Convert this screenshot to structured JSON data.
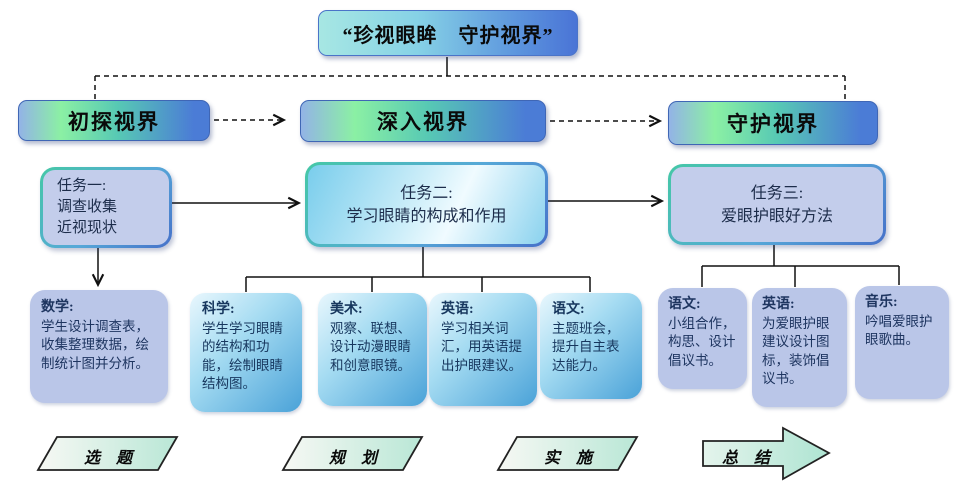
{
  "title": {
    "text": "“珍视眼眸　守护视界”"
  },
  "phases": [
    {
      "label": "初探视界"
    },
    {
      "label": "深入视界"
    },
    {
      "label": "守护视界"
    }
  ],
  "tasks": [
    {
      "heading": "任务一:",
      "body": "调查收集\n近视现状"
    },
    {
      "heading": "任务二:",
      "body": "学习眼睛的构成和作用"
    },
    {
      "heading": "任务三:",
      "body": "爱眼护眼好方法"
    }
  ],
  "task1_subjects": [
    {
      "label": "数学:",
      "body": "学生设计调查表，收集整理数据，绘制统计图并分析。"
    }
  ],
  "task2_subjects": [
    {
      "label": "科学:",
      "body": "学生学习眼睛的结构和功能，绘制眼睛结构图。"
    },
    {
      "label": "美术:",
      "body": "观察、联想、设计动漫眼睛和创意眼镜。"
    },
    {
      "label": "英语:",
      "body": "学习相关词汇，用英语提出护眼建议。"
    },
    {
      "label": "语文:",
      "body": "主题班会，提升自主表达能力。"
    }
  ],
  "task3_subjects": [
    {
      "label": "语文:",
      "body": "小组合作，构思、设计倡议书。"
    },
    {
      "label": "英语:",
      "body": "为爱眼护眼建议设计图标，装饰倡议书。"
    },
    {
      "label": "音乐:",
      "body": "吟唱爱眼护眼歌曲。"
    }
  ],
  "stages": [
    {
      "label": "选　题"
    },
    {
      "label": "规　划"
    },
    {
      "label": "实　施"
    },
    {
      "label": "总　结"
    }
  ],
  "colors": {
    "phase_green": "#8bf0a4",
    "phase_blue": "#4b7cd6",
    "title_cyan": "#a7e7e3",
    "lavender_fill": "#bac6e8",
    "blue_fill": "#4aa2d8",
    "border_teal": "#45c8a6",
    "mint_fill": "#b9e7d6"
  }
}
